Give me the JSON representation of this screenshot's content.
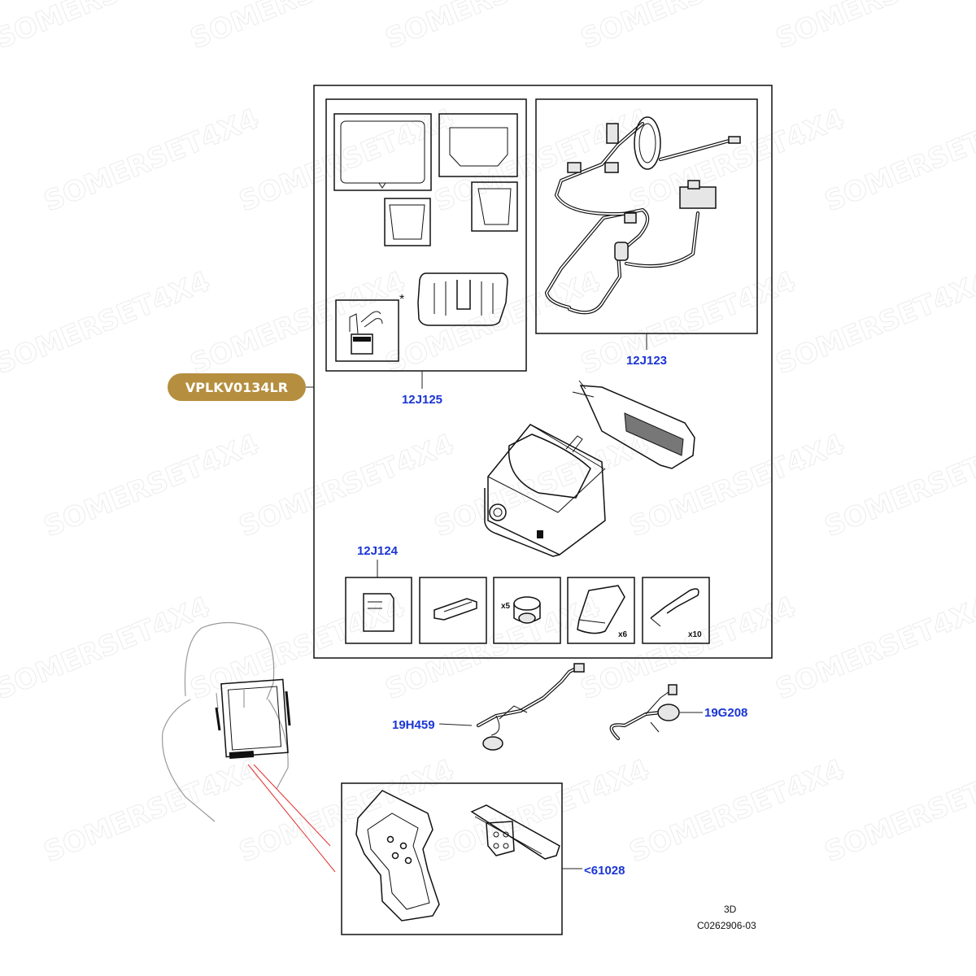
{
  "kit_badge": {
    "code": "VPLKV0134LR",
    "color": "#b58f3f"
  },
  "callouts": {
    "install_kit": "12J125",
    "harness_kit": "12J123",
    "small_parts": "12J124",
    "harness_a": "19H459",
    "harness_b": "19G208",
    "mount": "<61028"
  },
  "quantities": {
    "pads": "x5",
    "sleeve": "x6",
    "ties": "x10"
  },
  "note_mark": "*",
  "footer": {
    "view": "3D",
    "illustration_ref": "C0262906-03"
  },
  "watermark": {
    "text": "SOMERSET4X4"
  },
  "colors": {
    "callout": "#1a35d4",
    "leader_red": "#e03030"
  }
}
